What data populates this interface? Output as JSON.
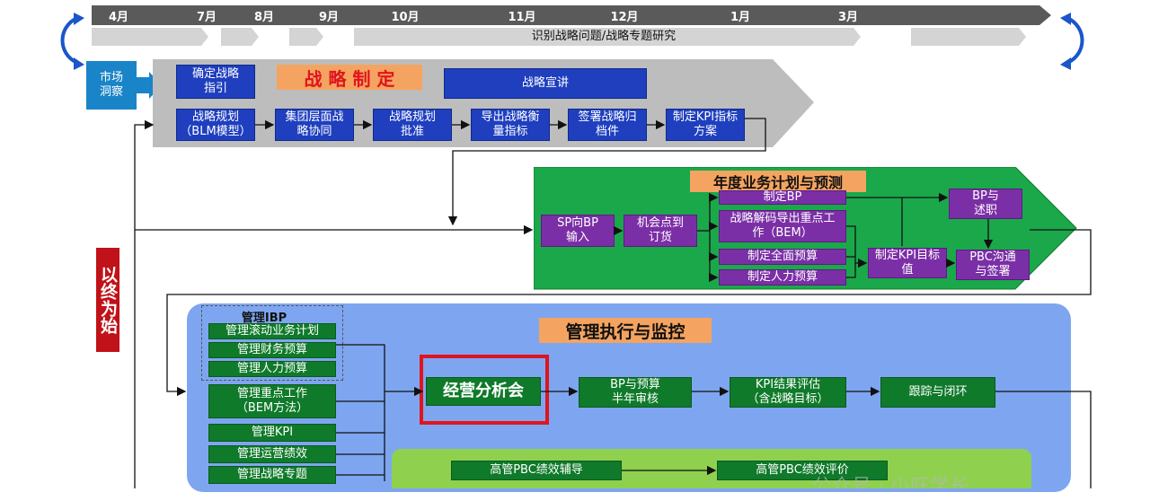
{
  "timeline": {
    "months": [
      "4月",
      "7月",
      "8月",
      "9月",
      "10月",
      "11月",
      "12月",
      "1月",
      "3月"
    ],
    "track_label": "识别战略问题/战略专题研究"
  },
  "left": {
    "market": "市场\n洞察",
    "vertical": "以终为始"
  },
  "strategy": {
    "banner": "战 略 制 定",
    "confirm": "确定战略\n指引",
    "propagate": "战略宣讲",
    "steps": [
      "战略规划\n（BLM模型）",
      "集团层面战\n略协同",
      "战略规划\n批准",
      "导出战略衡\n量指标",
      "签署战略归\n档件",
      "制定KPI指标\n方案"
    ]
  },
  "annual": {
    "banner": "年度业务计划与预测",
    "sp_bp": "SP向BP\n输入",
    "opportunity": "机会点到\n订货",
    "bp": "制定BP",
    "bem": "战略解码导出重点工\n作（BEM）",
    "budget": "制定全面预算",
    "hr_budget": "制定人力预算",
    "kpi_target": "制定KPI目标\n值",
    "bp_report": "BP与\n述职",
    "pbc": "PBC沟通\n与签署"
  },
  "execute": {
    "banner": "管理执行与监控",
    "ibp_title": "管理IBP",
    "ibp_items": [
      "管理滚动业务计划",
      "管理财务预算",
      "管理人力预算"
    ],
    "others": [
      "管理重点工作\n（BEM方法）",
      "管理KPI",
      "管理运营绩效",
      "管理战略专题"
    ],
    "analysis": "经营分析会",
    "review": "BP与预算\n半年审核",
    "kpi_eval": "KPI结果评估\n（含战略目标）",
    "track": "跟踪与闭环",
    "pbc_coach": "高管PBC绩效辅导",
    "pbc_eval": "高管PBC绩效评价"
  },
  "watermark": "公众号 · 小旺学长",
  "colors": {
    "blue": "#1f3fbf",
    "purple": "#7b2fa6",
    "green": "#0f7a2a",
    "bright_green": "#1aa84b",
    "exec_bg": "#7ea6f0",
    "banner": "#f4a460",
    "red": "#e0141e"
  }
}
